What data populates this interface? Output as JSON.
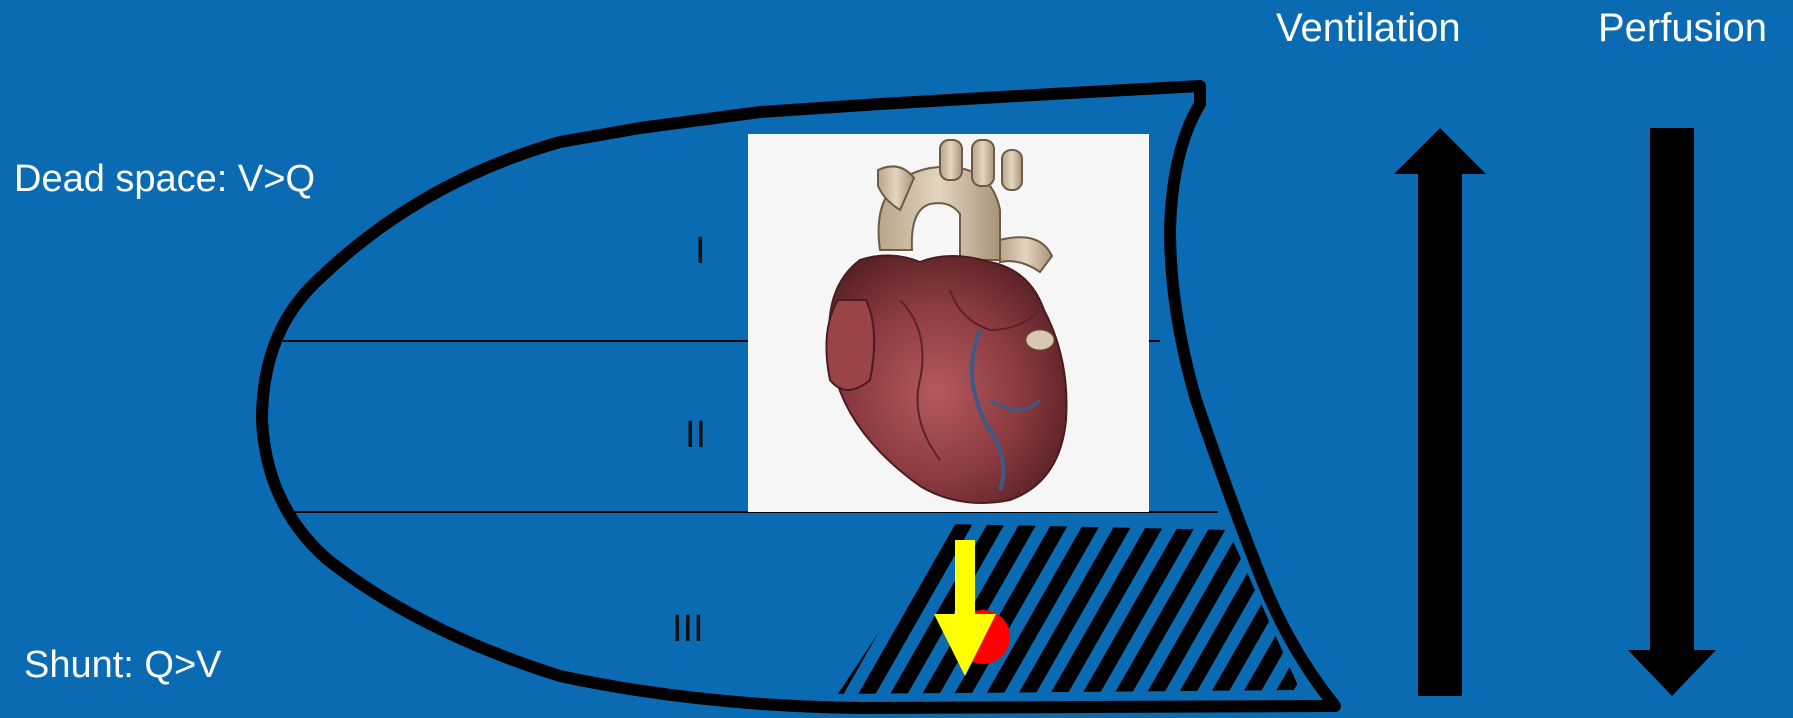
{
  "headers": {
    "ventilation": "Ventilation",
    "perfusion": "Perfusion"
  },
  "annotations": {
    "dead_space": "Dead space: V>Q",
    "shunt": "Shunt: Q>V"
  },
  "zones": [
    "I",
    "II",
    "III"
  ],
  "icons": {
    "heart": "heart-image",
    "up_arrow": "arrow-up-icon",
    "down_arrow": "arrow-down-icon",
    "yellow_arrow": "yellow-down-arrow-icon",
    "red_dot": "red-circle-icon"
  },
  "colors": {
    "background": "#0a6bb3",
    "outline": "#000000",
    "text": "#ffffff",
    "accent_yellow": "#ffff00",
    "accent_red": "#ff0000"
  }
}
